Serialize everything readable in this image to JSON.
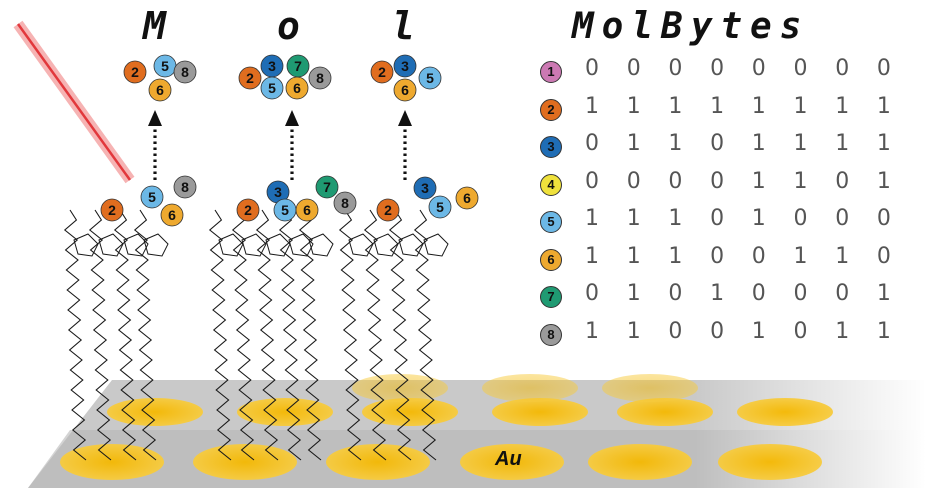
{
  "title_letters": [
    "M",
    "o",
    "l"
  ],
  "table_title": "MolBytes",
  "substrate_label": "Au",
  "row_labels": [
    "1",
    "2",
    "3",
    "4",
    "5",
    "6",
    "7",
    "8"
  ],
  "row_colors": [
    "#cc79b3",
    "#e06d1f",
    "#1f6db5",
    "#efe13c",
    "#6cb8e6",
    "#eea92f",
    "#1f9a72",
    "#9a9a9a"
  ],
  "bits": [
    [
      "0",
      "0",
      "0",
      "0",
      "0",
      "0",
      "0",
      "0"
    ],
    [
      "1",
      "1",
      "1",
      "1",
      "1",
      "1",
      "1",
      "1"
    ],
    [
      "0",
      "1",
      "1",
      "0",
      "1",
      "1",
      "1",
      "1"
    ],
    [
      "0",
      "0",
      "0",
      "0",
      "1",
      "1",
      "0",
      "1"
    ],
    [
      "1",
      "1",
      "1",
      "0",
      "1",
      "0",
      "0",
      "0"
    ],
    [
      "1",
      "1",
      "1",
      "0",
      "0",
      "1",
      "1",
      "0"
    ],
    [
      "0",
      "1",
      "0",
      "1",
      "0",
      "0",
      "0",
      "1"
    ],
    [
      "1",
      "1",
      "0",
      "0",
      "1",
      "0",
      "1",
      "1"
    ]
  ],
  "top_clusters": [
    [
      "2",
      "5",
      "8",
      "6"
    ],
    [
      "2",
      "3",
      "7",
      "8",
      "5",
      "6"
    ],
    [
      "2",
      "3",
      "5",
      "6"
    ]
  ],
  "surface_clusters": [
    [
      "2",
      "5",
      "8",
      "6"
    ],
    [
      "2",
      "3",
      "7",
      "5",
      "6",
      "8"
    ],
    [
      "2",
      "3",
      "5",
      "6"
    ]
  ]
}
